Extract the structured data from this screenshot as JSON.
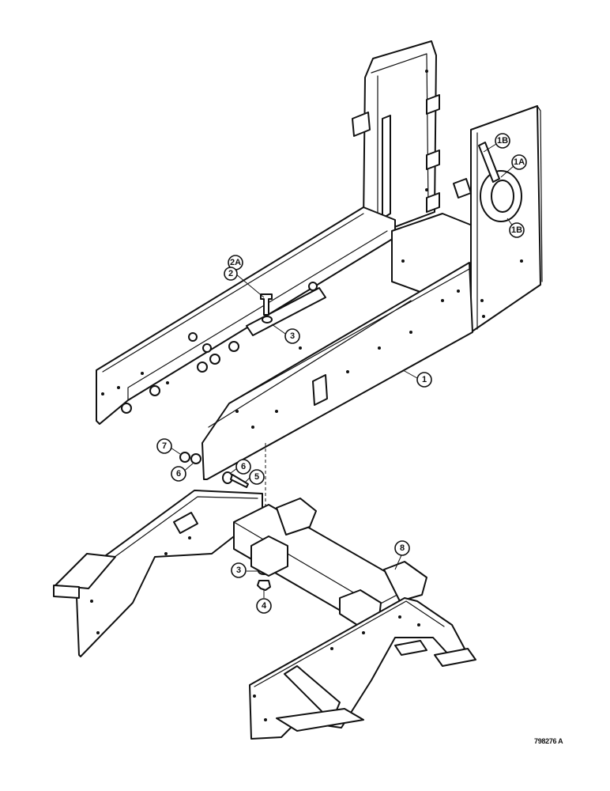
{
  "callouts": [
    {
      "id": "c1",
      "label": "1"
    },
    {
      "id": "c1A",
      "label": "1A"
    },
    {
      "id": "c1B-top",
      "label": "1B"
    },
    {
      "id": "c1B-bottom",
      "label": "1B"
    },
    {
      "id": "c2A",
      "label": "2A"
    },
    {
      "id": "c2",
      "label": "2"
    },
    {
      "id": "c3-top",
      "label": "3"
    },
    {
      "id": "c3-bottom",
      "label": "3"
    },
    {
      "id": "c4",
      "label": "4"
    },
    {
      "id": "c5",
      "label": "5"
    },
    {
      "id": "c6-left",
      "label": "6"
    },
    {
      "id": "c6-right",
      "label": "6"
    },
    {
      "id": "c7",
      "label": "7"
    },
    {
      "id": "c8",
      "label": "8"
    }
  ],
  "drawing_id": "798276 A"
}
